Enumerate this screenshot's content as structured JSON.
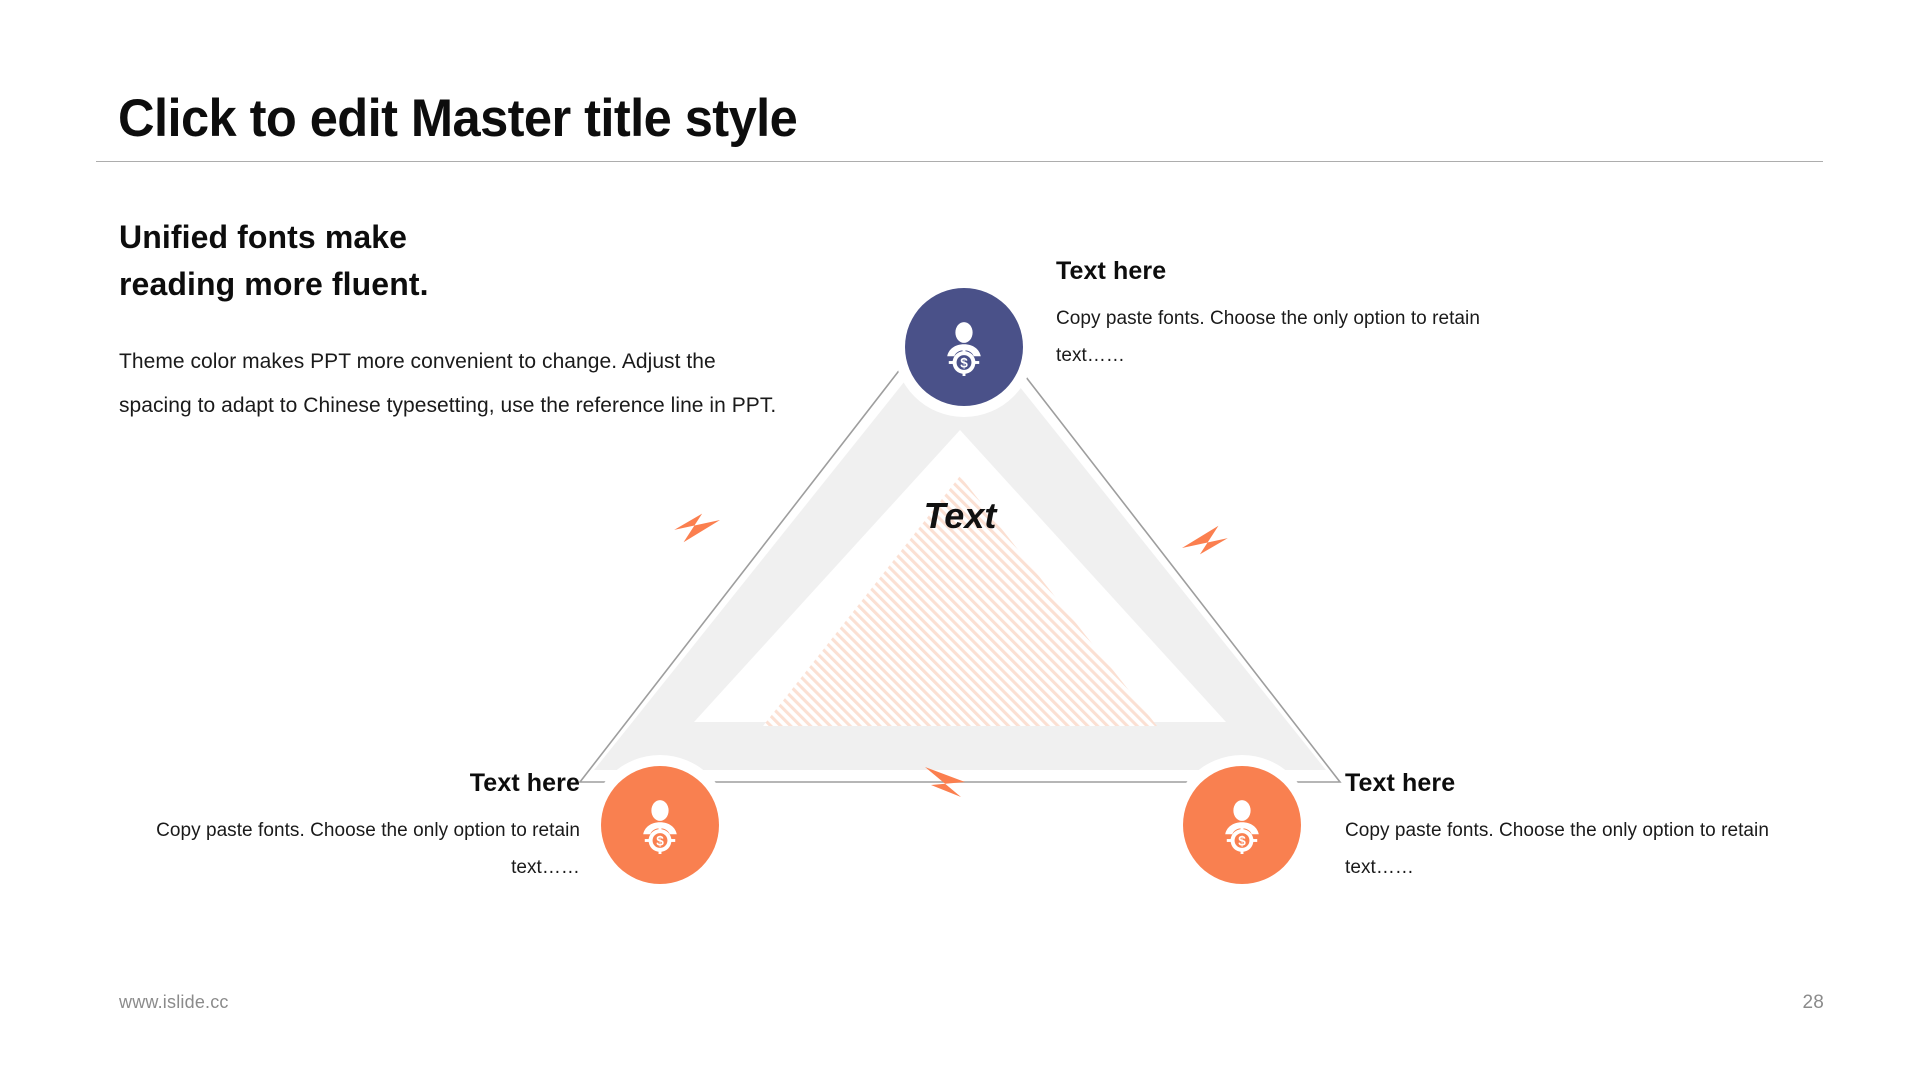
{
  "slide": {
    "title": "Click to edit Master title style",
    "lead_line1": "Unified fonts make",
    "lead_line2": "reading more fluent.",
    "body": "Theme color makes PPT more convenient to change. Adjust the spacing to adapt to Chinese typesetting, use the reference line in PPT."
  },
  "diagram": {
    "center_label": "Text",
    "nodes": [
      {
        "id": "top",
        "heading": "Text here",
        "body": "Copy paste fonts. Choose the only option to retain text……",
        "color": "#4a5189",
        "icon": "person-dollar-target-icon"
      },
      {
        "id": "bottom-left",
        "heading": "Text here",
        "body": "Copy paste fonts. Choose the only option to retain text……",
        "color": "#f98050",
        "icon": "person-dollar-target-icon"
      },
      {
        "id": "bottom-right",
        "heading": "Text here",
        "body": "Copy paste fonts. Choose the only option to retain text……",
        "color": "#f98050",
        "icon": "person-dollar-target-icon"
      }
    ],
    "accent_color": "#f98050",
    "band_color": "#f0f0f0",
    "outline_color": "#9e9e9e"
  },
  "footer": {
    "site": "www.islide.cc",
    "page_number": "28"
  }
}
